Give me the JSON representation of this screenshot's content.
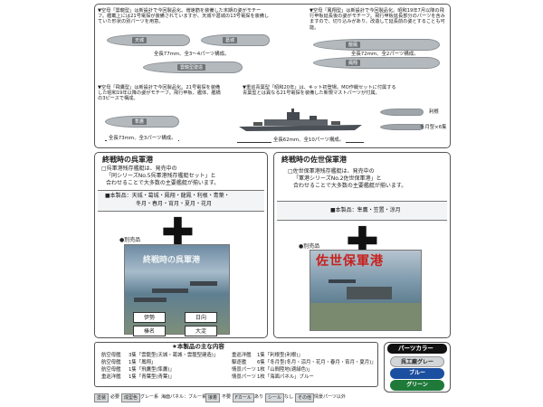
{
  "top": {
    "unryu_desc": "▼空母「雲龍型」は新設計で今回製品化。増速筋を装備した末期の姿がモチーフ。艦載上には21号電探が装備されていますが、天城や葛城の13号電探を装備していた形状の別パーツを用意。",
    "unryu_tags": [
      "天城",
      "葛城",
      "雲龍型建造"
    ],
    "unryu_len": "全長77mm、全3〜4パーツ構成。",
    "hosho_desc": "▼空母「鳳翔型」は新設計で今回製品化。昭和19年7月以降の飛行甲板延長後の姿がモチーフ。飛行甲板延長部分のパーツを含みますので、切り込みがあり、改造して延長前の姿とすることも可能。",
    "hosho_tags": [
      "龍鳳",
      "鳳翔"
    ],
    "hosho_len": "全長72mm、全2パーツ構成。",
    "ryuho_desc": "▼空母「飛鷹型」は新設計で今回製品化。21号電探を装備した昭和19年以降の姿がモチーフ。飛行甲板、艦体、艦橋の3ピースで構成。",
    "ryuho_tag": "隼鷹",
    "ryuho_len": "全長73mm、全3パーツ構成。",
    "ise_desc": "▼重巡青葉型「昭和20年」は、キット初登場。MO作戦セットに付属する青葉型とは異なる21号電探を装備した新規マストパーツが付属。",
    "ise_len": "全長62mm、全10パーツ構成。",
    "side_tags": [
      "利根",
      "冬月型×6隻"
    ]
  },
  "kure": {
    "title": "終戦時の呉軍港",
    "desc1": "□呉軍港残存艦艇は、発売中の",
    "desc2": "「同シリーズNo.5呉軍港残存艦艇セット」と",
    "desc3": "合わせることで大多数の主要艦艇が揃います。",
    "list1": "■本製品：天城・葛城・鳳翔・龍鳳・利根・青葉・",
    "list2": "冬月・春月・宵月・夏月・花月",
    "plus": "✚",
    "separate": "●別売品",
    "photo_title": "終戦時の呉軍港",
    "caps": [
      "伊勢",
      "日向",
      "榛名",
      "大淀"
    ]
  },
  "sasebo": {
    "title": "終戦時の佐世保軍港",
    "desc1": "□佐世保軍港残存艦艇は、発売中の",
    "desc2": "「軍港シリーズNo.2佐世保軍港」と",
    "desc3": "合わせることで大多数の主要艦艇が揃います。",
    "list1": "■本製品：隼鷹・笠置・涼月",
    "plus": "✚",
    "separate": "●別売品",
    "photo_title": "佐世保軍港"
  },
  "contents": {
    "title": "★本製品の主な内容",
    "rows": [
      [
        "航空母艦",
        "3隻「雲龍型(天城・葛城・雲龍型建造)」",
        "重巡洋艦",
        "1隻「利根型(利根)」"
      ],
      [
        "航空母艦",
        "1隻「鳳翔」",
        "駆逐艦",
        "6隻「冬月型(冬月・涼月・花月・春月・宵月・夏月)」"
      ],
      [
        "航空母艦",
        "1隻「飛鷹型(隼鷹)」",
        "情景パーツ",
        "1枚「山間陸地(適緑色)」"
      ],
      [
        "重巡洋艦",
        "1隻「青葉型(青葉)」",
        "情景パーツ",
        "1枚「海面パネル」ブルー"
      ]
    ]
  },
  "parts_color": {
    "title": "パーツカラー",
    "items": [
      {
        "label": "呉工廠グレー",
        "color": "#d3d6d8",
        "text": "#222"
      },
      {
        "label": "ブルー",
        "color": "#1b4fa0",
        "text": "#fff"
      },
      {
        "label": "グリーン",
        "color": "#1f7a3a",
        "text": "#fff"
      }
    ]
  },
  "legend": [
    "塗装",
    "必要",
    "成型色",
    "グレー系",
    "海面パネル：ブルー系",
    "接着",
    "不要",
    "Fカール",
    "あり",
    "シール",
    "なし",
    "その他",
    "情景パーツ以外"
  ]
}
